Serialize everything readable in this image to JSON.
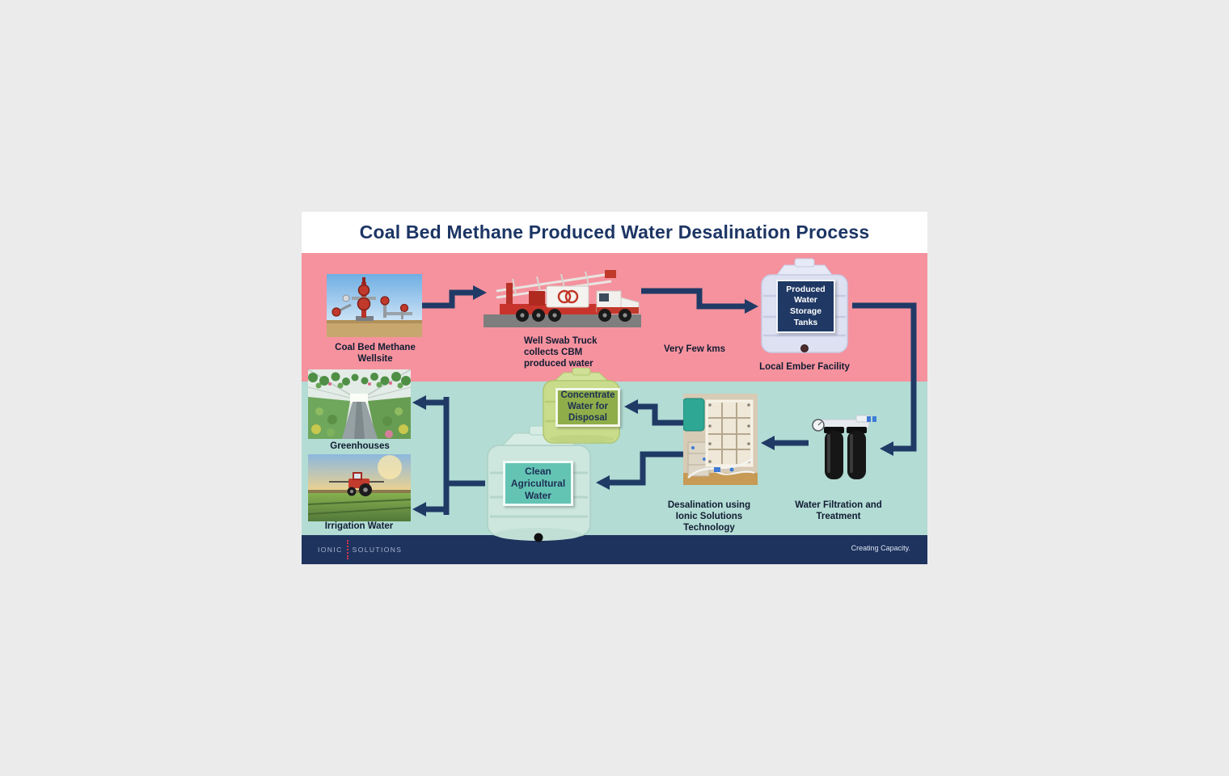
{
  "diagram": {
    "title": "Coal Bed Methane Produced Water Desalination Process",
    "colors": {
      "upper_band": "#F5929E",
      "lower_band": "#B2DCD4",
      "footer_band": "#1E335E",
      "arrow": "#203A66",
      "title_navy": "#1C3564",
      "storage_tag_bg": "#1F3864",
      "concentrate_tag_bg": "#8FAE4A",
      "clean_tag_bg": "#63C4B4"
    },
    "upper": {
      "wellsite_caption": "Coal Bed Methane\nWellsite",
      "truck_caption": "Well Swab Truck\ncollects CBM\nproduced water",
      "distance_caption": "Very Few kms",
      "storage_tag": "Produced\nWater\nStorage\nTanks",
      "facility_caption": "Local Ember Facility"
    },
    "lower": {
      "greenhouses_caption": "Greenhouses",
      "irrigation_caption": "Irrigation Water",
      "clean_tag": "Clean\nAgricultural\nWater",
      "concentrate_tag": "Concentrate\nWater for\nDisposal",
      "desalination_caption": "Desalination using\nIonic Solutions\nTechnology",
      "filtration_caption": "Water Filtration and\nTreatment"
    },
    "footer": {
      "brand_left": "IONIC",
      "brand_right": "SOLUTIONS",
      "tagline": "Creating Capacity."
    }
  }
}
